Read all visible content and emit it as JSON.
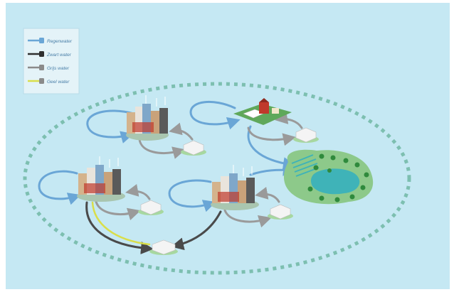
{
  "legend": {
    "items": [
      {
        "label": "Regenwater",
        "color": "#6aa6d6",
        "icon": "tap-icon"
      },
      {
        "label": "Zwart water",
        "color": "#2f2f2f",
        "icon": "tap-icon"
      },
      {
        "label": "Grijs water",
        "color": "#8a8a8a",
        "icon": "tap-icon"
      },
      {
        "label": "Geel water",
        "color": "#d9de4a",
        "icon": "tap-icon"
      }
    ]
  },
  "colors": {
    "background": "#c5e8f3",
    "boundary": "#7dbfb0",
    "rain": "#6aa6d6",
    "black": "#4a4a4a",
    "grey": "#9a9a9a",
    "yellow": "#d9de4a",
    "park": "#8dc98a",
    "pond": "#3fb3b8"
  }
}
